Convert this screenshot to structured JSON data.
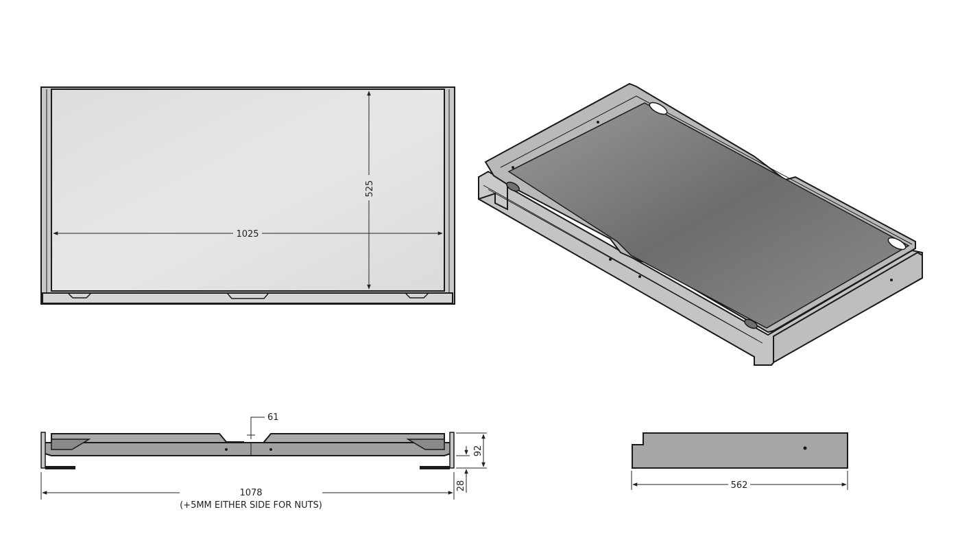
{
  "dimensions": {
    "top_width": "1025",
    "top_depth": "525",
    "front_notch": "61",
    "front_height": "92",
    "front_runner": "28",
    "front_overall": "1078",
    "front_overall_note": "(+5MM EITHER SIDE FOR NUTS)",
    "side_depth": "562"
  },
  "colors": {
    "outline": "#1a1a1a",
    "panel_light": "#e3e4e4",
    "panel_mid": "#a9a9a9",
    "panel_dark": "#6f6f6f"
  }
}
